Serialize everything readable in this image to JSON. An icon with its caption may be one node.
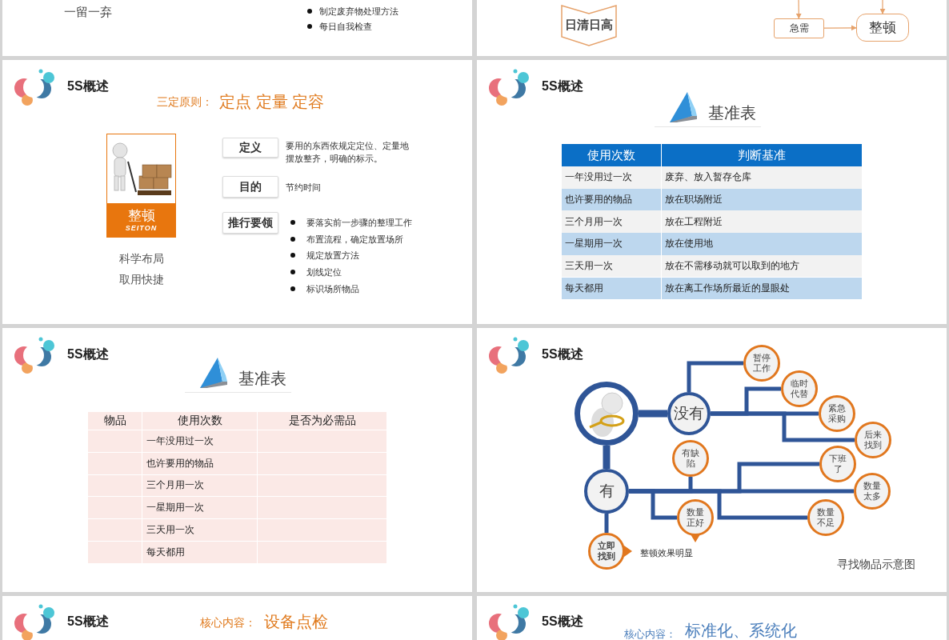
{
  "diagram": {
    "nodes": [
      {
        "text": [
          "日清日高"
        ]
      },
      {
        "text": [
          "急需"
        ]
      },
      {
        "text": [
          "整顿"
        ]
      },
      {
        "text": [
          "整顿",
          "SEITON"
        ],
        "beside": [
          "科学布局",
          "取用快捷"
        ]
      },
      {
        "text": [
          "定义"
        ],
        "beside": [
          "要用的东西依规定定位、定量地摆放整齐，明确的标示。"
        ]
      },
      {
        "text": [
          "目的"
        ],
        "beside": [
          "节约时间"
        ]
      },
      {
        "text": [
          "推行要领"
        ],
        "beside": [
          "要落实前一步骤的整理工作",
          "布置流程，确定放置场所",
          "规定放置方法",
          "划线定位",
          "标识场所物品"
        ]
      },
      {
        "text": [],
        "shape": "picture"
      },
      {
        "text": [
          "没有"
        ]
      },
      {
        "text": [
          "暂停工作"
        ]
      },
      {
        "text": [
          "临时代替"
        ]
      },
      {
        "text": [
          "紧急采购"
        ]
      },
      {
        "text": [
          "后来找到"
        ]
      },
      {
        "text": [
          "有"
        ]
      },
      {
        "text": [
          "有缺陷"
        ]
      },
      {
        "text": [
          "下班了"
        ]
      },
      {
        "text": [
          "数量太多"
        ]
      },
      {
        "text": [
          "数量正好"
        ]
      },
      {
        "text": [
          "数量不足"
        ]
      },
      {
        "text": [
          "立即找到"
        ],
        "beside": [
          "整顿效果明显"
        ]
      }
    ],
    "edges": [
      {
        "from": null,
        "to": 1,
        "arrow": "to",
        "color": "#e6a26b"
      },
      {
        "from": null,
        "to": 2,
        "arrow": "to",
        "color": "#e6a26b"
      },
      {
        "from": 1,
        "to": 2,
        "arrow": "to",
        "color": "#e6a26b"
      },
      {
        "from": 7,
        "to": 8,
        "arrow": "none",
        "style": "thick"
      },
      {
        "from": 7,
        "to": 13,
        "arrow": "none",
        "style": "thick"
      },
      {
        "from": 8,
        "to": 9,
        "arrow": "none"
      },
      {
        "from": 8,
        "to": 10,
        "arrow": "none"
      },
      {
        "from": 8,
        "to": 11,
        "arrow": "none"
      },
      {
        "from": 8,
        "to": 12,
        "arrow": "none"
      },
      {
        "from": 13,
        "to": 14,
        "arrow": "none"
      },
      {
        "from": 13,
        "to": 15,
        "arrow": "none"
      },
      {
        "from": 13,
        "to": 16,
        "arrow": "none"
      },
      {
        "from": 13,
        "to": 17,
        "arrow": "none"
      },
      {
        "from": 13,
        "to": 18,
        "arrow": "none"
      },
      {
        "from": 13,
        "to": 19,
        "arrow": "none"
      }
    ],
    "labels": [
      "一留一弃",
      "制定废弃物处理方法",
      "每日自我检查",
      "5S概述",
      "三定原则：",
      "定点 定量 定容",
      "5S概述",
      "基准表",
      "使用次数",
      "判断基准",
      "一年没用过一次",
      "废弃、放入暂存仓库",
      "也许要用的物品",
      "放在职场附近",
      "三个月用一次",
      "放在工程附近",
      "一星期用一次",
      "放在使用地",
      "三天用一次",
      "放在不需移动就可以取到的地方",
      "每天都用",
      "放在离工作场所最近的显眼处",
      "5S概述",
      "基准表",
      "物品",
      "使用次数",
      "是否为必需品",
      "一年没用过一次",
      "也许要用的物品",
      "三个月用一次",
      "一星期用一次",
      "三天用一次",
      "每天都用",
      "5S概述",
      "寻找物品示意图",
      "5S概述",
      "核心内容：",
      "设备点检",
      "5S概述",
      "核心内容：",
      "标准化、系统化"
    ]
  }
}
